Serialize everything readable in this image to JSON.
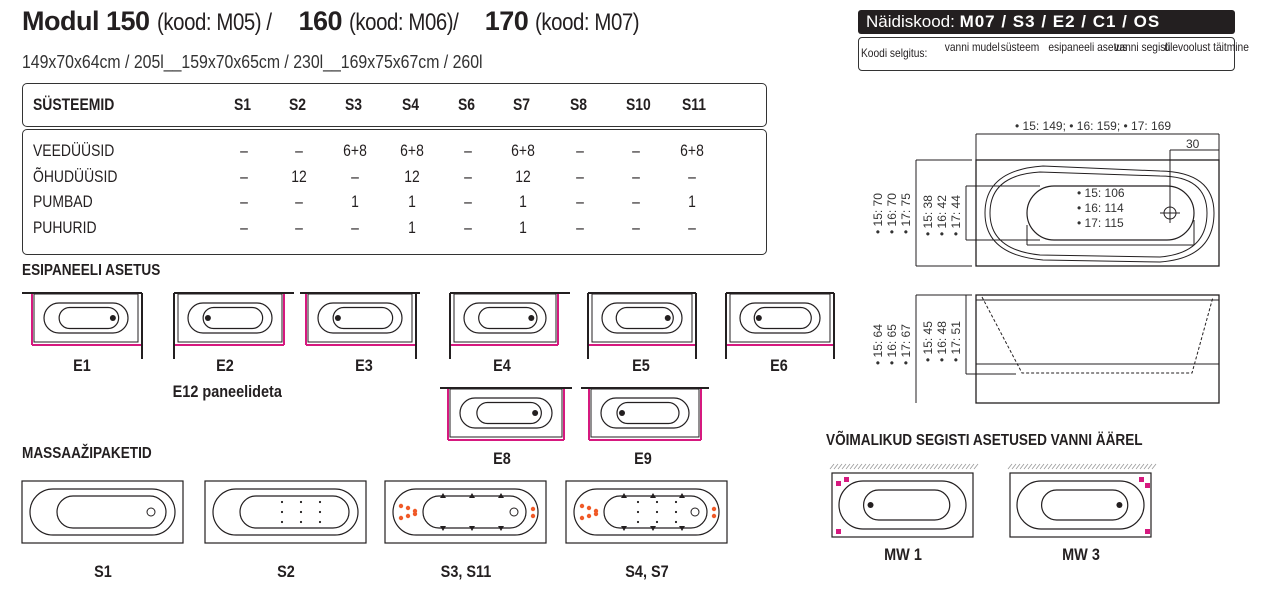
{
  "title": {
    "p1": "Modul 150",
    "k1": "(kood: M05) /",
    "p2": "160",
    "k2": "(kood: M06)/",
    "p3": "170",
    "k3": "(kood: M07)"
  },
  "subtitle": "149x70x64cm / 205l__159x70x65cm / 230l__169x75x67cm / 260l",
  "systems": {
    "header": "SÜSTEEMID",
    "columns": [
      "S1",
      "S2",
      "S3",
      "S4",
      "S6",
      "S7",
      "S8",
      "S10",
      "S11"
    ],
    "rows": [
      {
        "label": "VEEDÜÜSID",
        "values": [
          "–",
          "–",
          "6+8",
          "6+8",
          "–",
          "6+8",
          "–",
          "–",
          "6+8"
        ]
      },
      {
        "label": "ÕHUDÜÜSID",
        "values": [
          "–",
          "12",
          "–",
          "12",
          "–",
          "12",
          "–",
          "–",
          "–"
        ]
      },
      {
        "label": "PUMBAD",
        "values": [
          "–",
          "–",
          "1",
          "1",
          "–",
          "1",
          "–",
          "–",
          "1"
        ]
      },
      {
        "label": "PUHURID",
        "values": [
          "–",
          "–",
          "–",
          "1",
          "–",
          "1",
          "–",
          "–",
          "–"
        ]
      }
    ]
  },
  "panel_section": {
    "title": "ESIPANEELI ASETUS",
    "items": [
      "E1",
      "E2",
      "E3",
      "E4",
      "E5",
      "E6",
      "E8",
      "E9"
    ],
    "note": "E12  paneelideta"
  },
  "massage_section": {
    "title": "MASSAAŽIPAKETID",
    "items": [
      "S1",
      "S2",
      "S3, S11",
      "S4, S7"
    ]
  },
  "code": {
    "label": "Näidiskood:",
    "value": "M07 / S3 / E2 / C1 / OS",
    "explanation_label": "Koodi selgitus:",
    "parts": [
      "vanni mudel",
      "süsteem",
      "esipaneeli asetus",
      "vanni segisti",
      "ülevoolust täitmine"
    ]
  },
  "dimensions": {
    "length": "• 15: 149; • 16: 159; • 17: 169",
    "offset": "30",
    "width": [
      "• 15: 70",
      "• 16: 70",
      "• 17: 75"
    ],
    "inner_width": [
      "• 15: 38",
      "• 16: 42",
      "• 17: 44"
    ],
    "inner_length": [
      "• 15: 106",
      "• 16: 114",
      "• 17: 115"
    ],
    "height": [
      "• 15: 64",
      "• 16: 65",
      "• 17: 67"
    ],
    "depth": [
      "• 15: 45",
      "• 16: 48",
      "• 17: 51"
    ]
  },
  "mixer_section": {
    "title": "VÕIMALIKUD SEGISTI ASETUSED VANNI ÄÄREL",
    "items": [
      "MW 1",
      "MW 3"
    ]
  },
  "colors": {
    "panel": "#d6197f",
    "jet": "#f05a28",
    "dark": "#231f20"
  }
}
